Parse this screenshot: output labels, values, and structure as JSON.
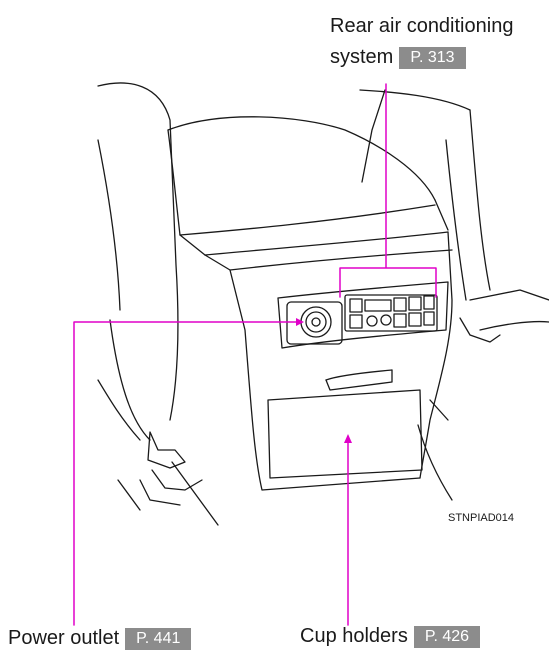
{
  "callouts": {
    "rear_ac": {
      "line1": "Rear air conditioning",
      "line2": "system",
      "page": "P. 313"
    },
    "power_outlet": {
      "label": "Power outlet",
      "page": "P. 441"
    },
    "cup_holders": {
      "label": "Cup holders",
      "page": "P. 426"
    }
  },
  "figure_code": "STNPIAD014",
  "colors": {
    "leader_line": "#e000c8",
    "page_badge": "#8c8c8c",
    "line_art": "#1a1a1a"
  }
}
